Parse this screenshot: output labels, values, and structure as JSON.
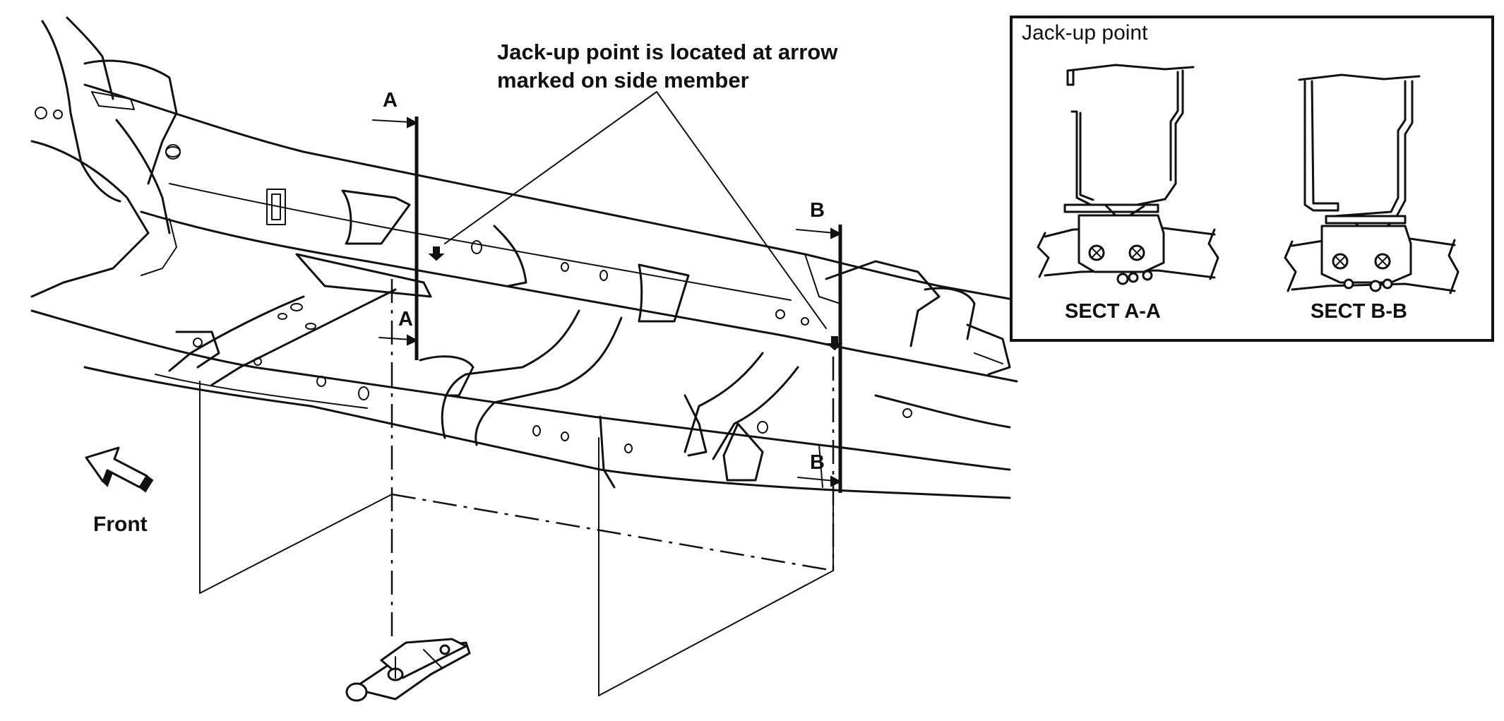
{
  "callout": {
    "line1": "Jack-up point is located at arrow",
    "line2": "marked on side member"
  },
  "markers": {
    "a_top": "A",
    "a_bottom": "A",
    "b_top": "B",
    "b_bottom": "B"
  },
  "front_label": "Front",
  "inset": {
    "title": "Jack-up point",
    "sect_a": "SECT A-A",
    "sect_b": "SECT B-B"
  }
}
